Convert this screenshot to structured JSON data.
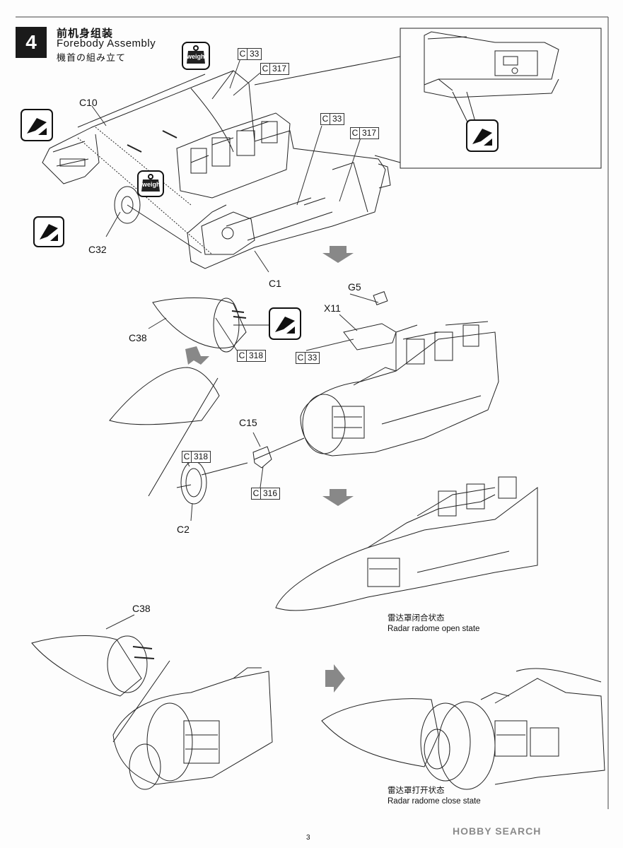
{
  "step": {
    "number": "4",
    "title_cn": "前机身组装",
    "title_en": "Forebody Assembly",
    "title_jp": "機首の組み立て"
  },
  "icons": {
    "weight_label": "weight"
  },
  "parts": {
    "c10": "C10",
    "c32": "C32",
    "c1": "C1",
    "g5": "G5",
    "x11": "X11",
    "c38_top": "C38",
    "c15": "C15",
    "c2": "C2",
    "c38_bottom": "C38"
  },
  "color_tags": {
    "prefix": "C",
    "t1": "33",
    "t2": "317",
    "t3": "33",
    "t4": "317",
    "t5": "318",
    "t6": "33",
    "t7": "318",
    "t8": "316"
  },
  "notes": {
    "open_cn": "雷达罩闭合状态",
    "open_en": "Radar radome open state",
    "close_cn": "雷达罩打开状态",
    "close_en": "Radar radome close state"
  },
  "footer": {
    "page_number": "3",
    "code": "",
    "watermark": "HOBBY SEARCH"
  }
}
